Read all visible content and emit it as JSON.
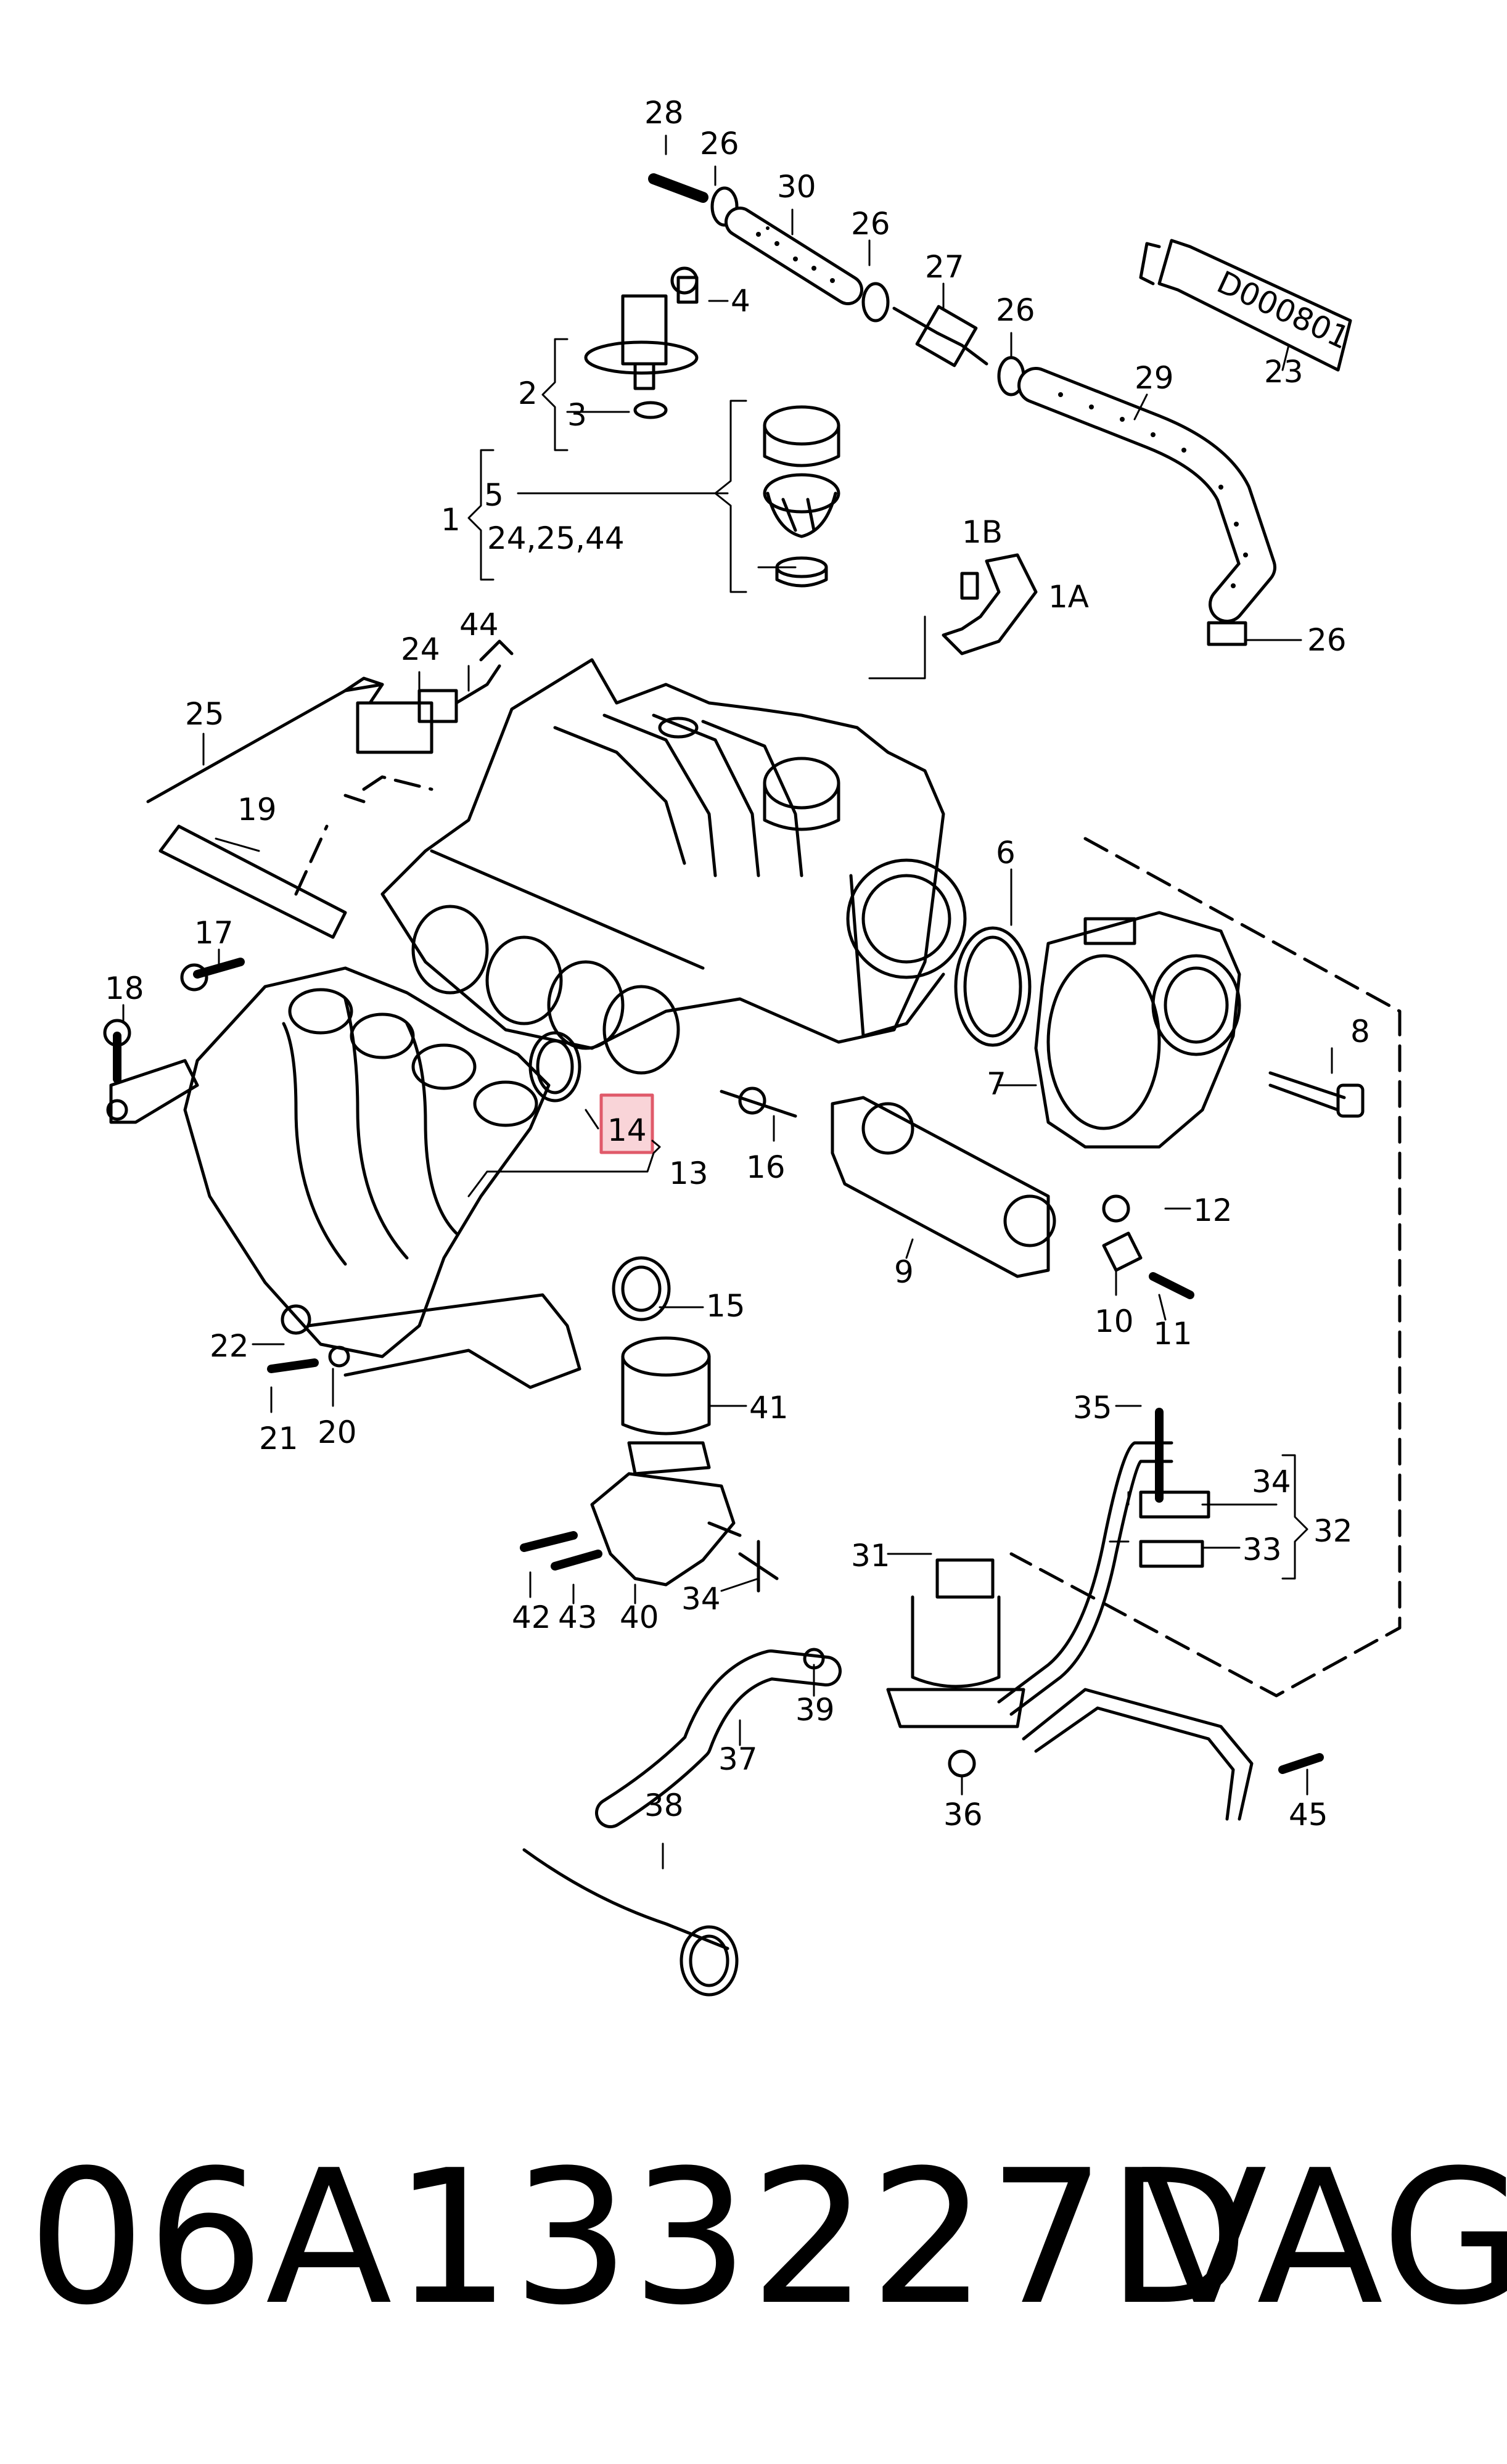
{
  "diagram": {
    "labels": [
      {
        "id": "28",
        "text": "28"
      },
      {
        "id": "26a",
        "text": "26"
      },
      {
        "id": "30",
        "text": "30"
      },
      {
        "id": "26b",
        "text": "26"
      },
      {
        "id": "27",
        "text": "27"
      },
      {
        "id": "26c",
        "text": "26"
      },
      {
        "id": "29",
        "text": "29"
      },
      {
        "id": "23",
        "text": "23"
      },
      {
        "id": "4",
        "text": "4"
      },
      {
        "id": "2",
        "text": "2"
      },
      {
        "id": "3",
        "text": "3"
      },
      {
        "id": "5",
        "text": "5"
      },
      {
        "id": "1",
        "text": "1"
      },
      {
        "id": "24_25_44",
        "text": "24,25,44"
      },
      {
        "id": "1B",
        "text": "1B"
      },
      {
        "id": "1A",
        "text": "1A"
      },
      {
        "id": "26d",
        "text": "26"
      },
      {
        "id": "24",
        "text": "24"
      },
      {
        "id": "44",
        "text": "44"
      },
      {
        "id": "25",
        "text": "25"
      },
      {
        "id": "19",
        "text": "19"
      },
      {
        "id": "6",
        "text": "6"
      },
      {
        "id": "17",
        "text": "17"
      },
      {
        "id": "18",
        "text": "18"
      },
      {
        "id": "8",
        "text": "8"
      },
      {
        "id": "7",
        "text": "7"
      },
      {
        "id": "14",
        "text": "14"
      },
      {
        "id": "13",
        "text": "13"
      },
      {
        "id": "16",
        "text": "16"
      },
      {
        "id": "12",
        "text": "12"
      },
      {
        "id": "9",
        "text": "9"
      },
      {
        "id": "15",
        "text": "15"
      },
      {
        "id": "10",
        "text": "10"
      },
      {
        "id": "11",
        "text": "11"
      },
      {
        "id": "22",
        "text": "22"
      },
      {
        "id": "21",
        "text": "21"
      },
      {
        "id": "20",
        "text": "20"
      },
      {
        "id": "41",
        "text": "41"
      },
      {
        "id": "35",
        "text": "35"
      },
      {
        "id": "34a",
        "text": "34"
      },
      {
        "id": "32",
        "text": "32"
      },
      {
        "id": "33",
        "text": "33"
      },
      {
        "id": "31",
        "text": "31"
      },
      {
        "id": "42",
        "text": "42"
      },
      {
        "id": "43",
        "text": "43"
      },
      {
        "id": "40",
        "text": "40"
      },
      {
        "id": "34b",
        "text": "34"
      },
      {
        "id": "39",
        "text": "39"
      },
      {
        "id": "37",
        "text": "37"
      },
      {
        "id": "36",
        "text": "36"
      },
      {
        "id": "45",
        "text": "45"
      },
      {
        "id": "38",
        "text": "38"
      }
    ],
    "tube_text": "D000801",
    "highlight_label": "14"
  },
  "footer": {
    "part_number": "06A133227D",
    "brand": "VAG"
  },
  "colors": {
    "highlight_fill": "#f9d4d8",
    "highlight_stroke": "#e05a6a",
    "line": "#000000"
  }
}
